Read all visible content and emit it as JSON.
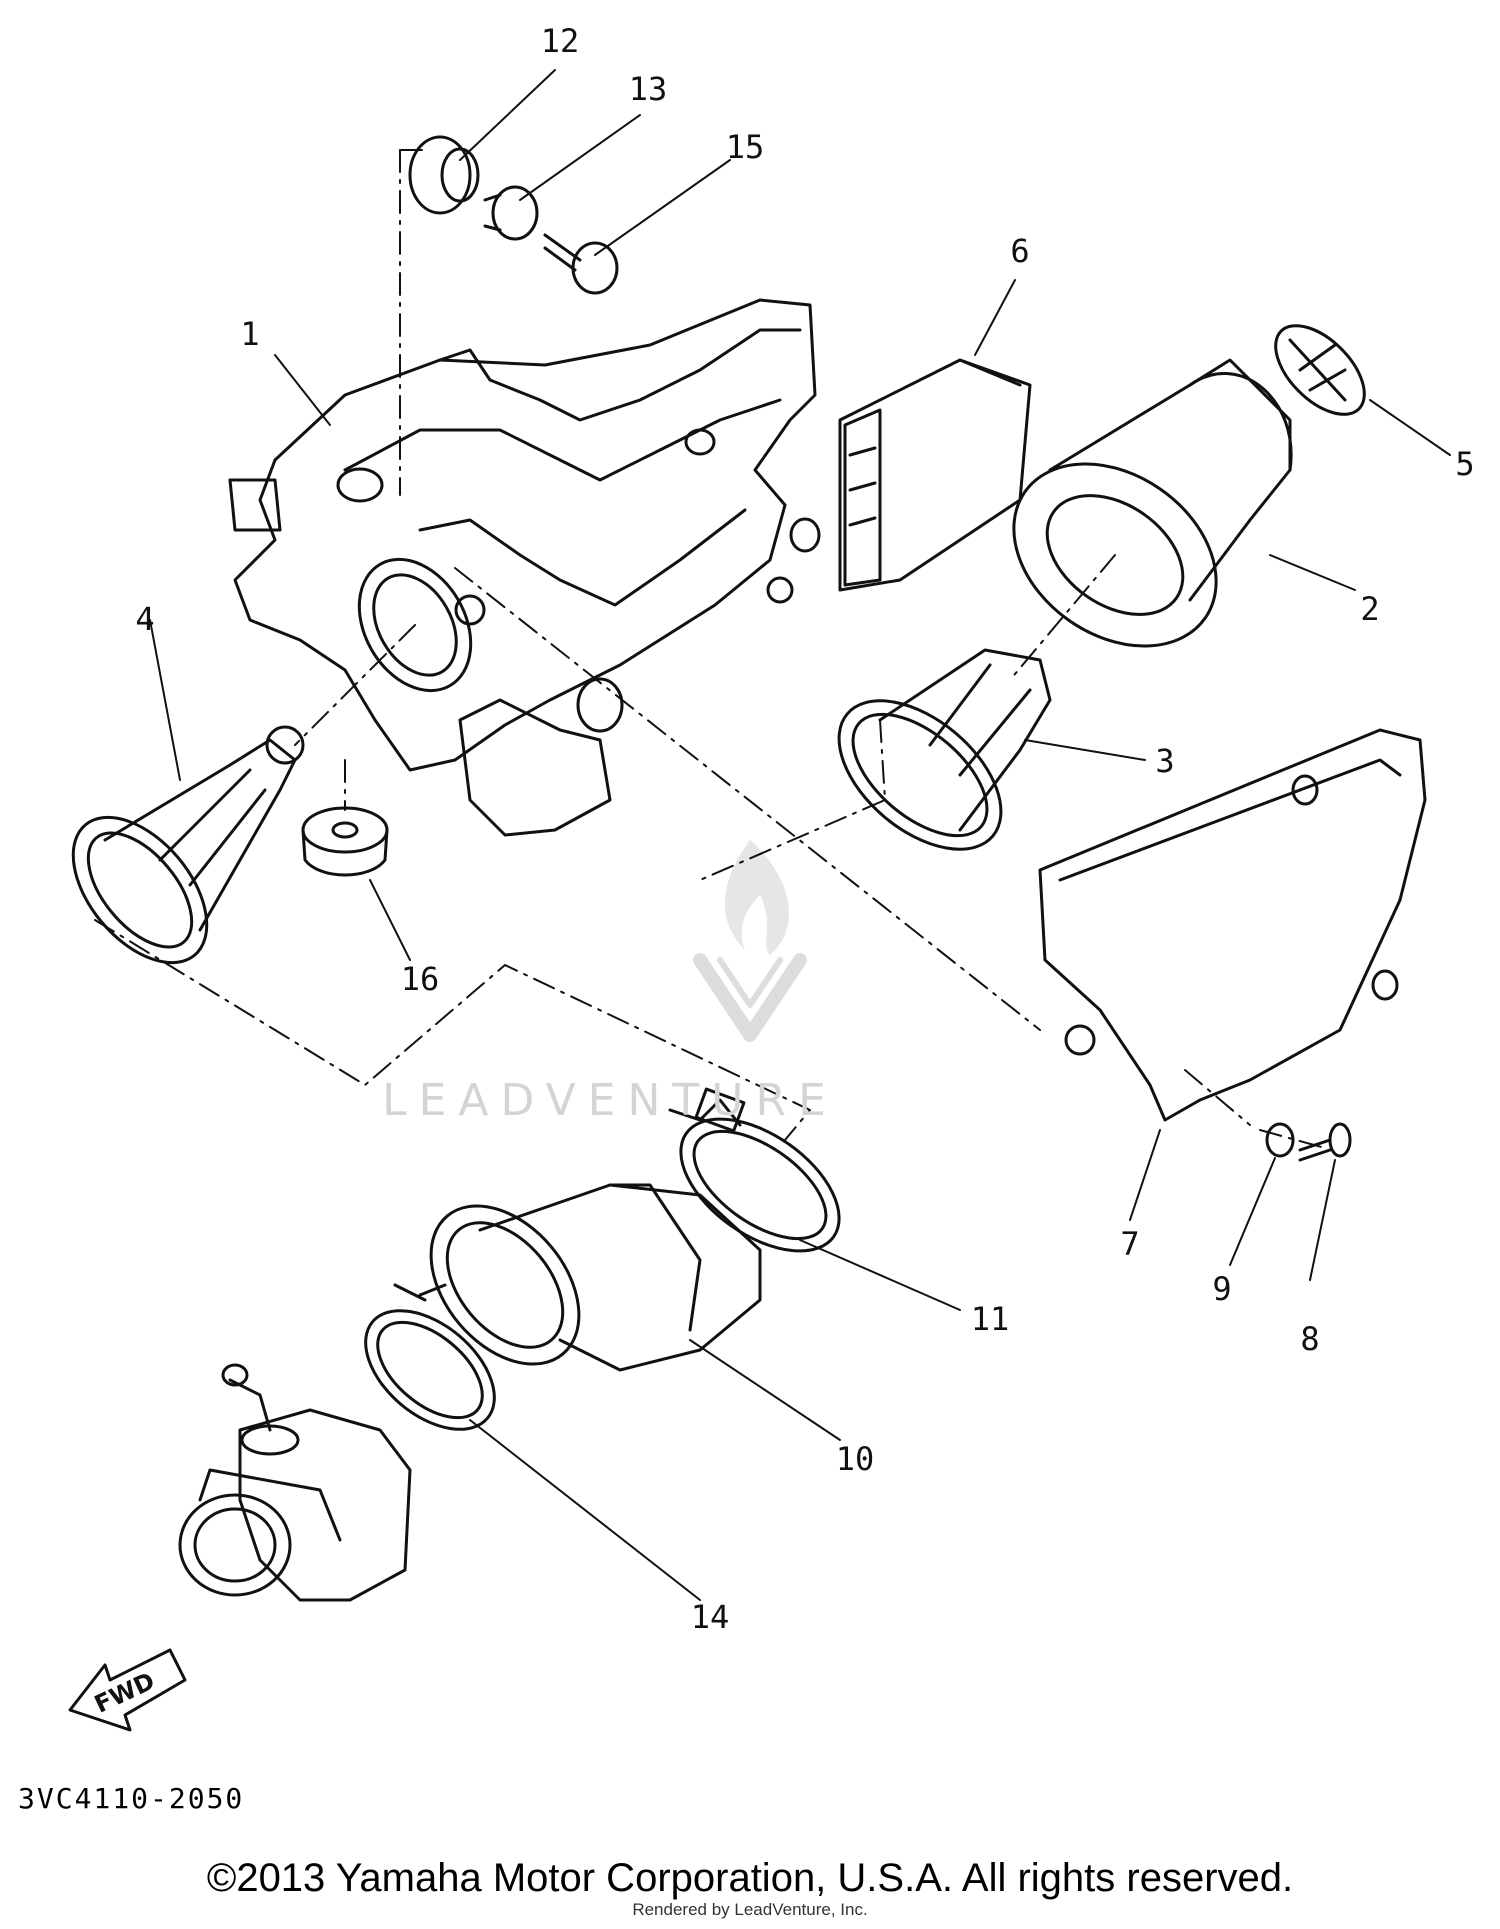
{
  "diagram": {
    "callouts": [
      "1",
      "2",
      "3",
      "4",
      "5",
      "6",
      "7",
      "8",
      "9",
      "10",
      "11",
      "12",
      "13",
      "14",
      "15",
      "16"
    ],
    "fwd_label": "FWD",
    "diagram_code": "3VC4110-2050"
  },
  "watermark": {
    "text": "LEADVENTURE"
  },
  "footer": {
    "copyright": "©2013 Yamaha Motor Corporation, U.S.A. All rights reserved.",
    "rendered_by": "Rendered by LeadVenture, Inc."
  }
}
